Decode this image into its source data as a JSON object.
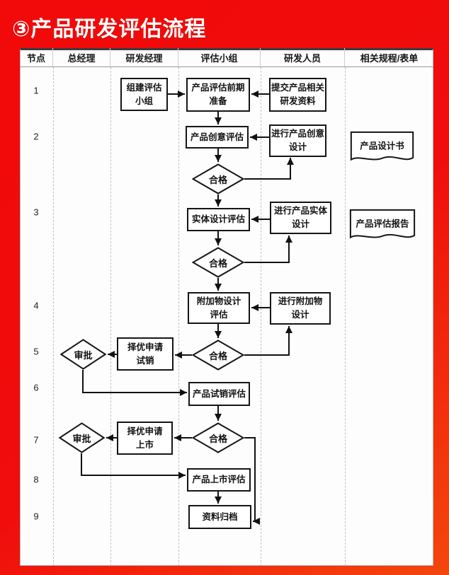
{
  "title": "③产品研发评估流程",
  "table": {
    "headers": [
      "节点",
      "总经理",
      "研发经理",
      "评估小组",
      "研发人员",
      "相关规程/表单"
    ],
    "node_numbers": [
      "1",
      "2",
      "3",
      "4",
      "5",
      "6",
      "7",
      "8",
      "9"
    ]
  },
  "flowchart": {
    "nodes": {
      "n1": {
        "type": "process",
        "label": "组建评估\n小组"
      },
      "n2": {
        "type": "process",
        "label": "产品评估前期\n准备"
      },
      "n3": {
        "type": "process",
        "label": "提交产品相关\n研发资料"
      },
      "n4": {
        "type": "process",
        "label": "产品创意评估"
      },
      "n5": {
        "type": "process",
        "label": "进行产品创意\n设计"
      },
      "doc1": {
        "type": "document",
        "label": "产品设计书"
      },
      "d1": {
        "type": "decision",
        "label": "合格"
      },
      "n6": {
        "type": "process",
        "label": "实体设计评估"
      },
      "n7": {
        "type": "process",
        "label": "进行产品实体\n设计"
      },
      "doc2": {
        "type": "document",
        "label": "产品评估报告"
      },
      "d2": {
        "type": "decision",
        "label": "合格"
      },
      "n8": {
        "type": "process",
        "label": "附加物设计\n评估"
      },
      "n9": {
        "type": "process",
        "label": "进行附加物\n设计"
      },
      "d3": {
        "type": "decision",
        "label": "合格"
      },
      "n10": {
        "type": "process",
        "label": "择优申请\n试销"
      },
      "d4": {
        "type": "decision",
        "label": "审批"
      },
      "n11": {
        "type": "process",
        "label": "产品试销评估"
      },
      "d5": {
        "type": "decision",
        "label": "合格"
      },
      "n12": {
        "type": "process",
        "label": "择优申请\n上市"
      },
      "d6": {
        "type": "decision",
        "label": "审批"
      },
      "n13": {
        "type": "process",
        "label": "产品上市评估"
      },
      "n14": {
        "type": "process",
        "label": "资料归档"
      }
    }
  },
  "colors": {
    "background_red": "#f20909",
    "background_orange": "#f2470d",
    "title_color": "#ffffff",
    "line_color": "#111111",
    "box_fill": "#ffffff"
  }
}
